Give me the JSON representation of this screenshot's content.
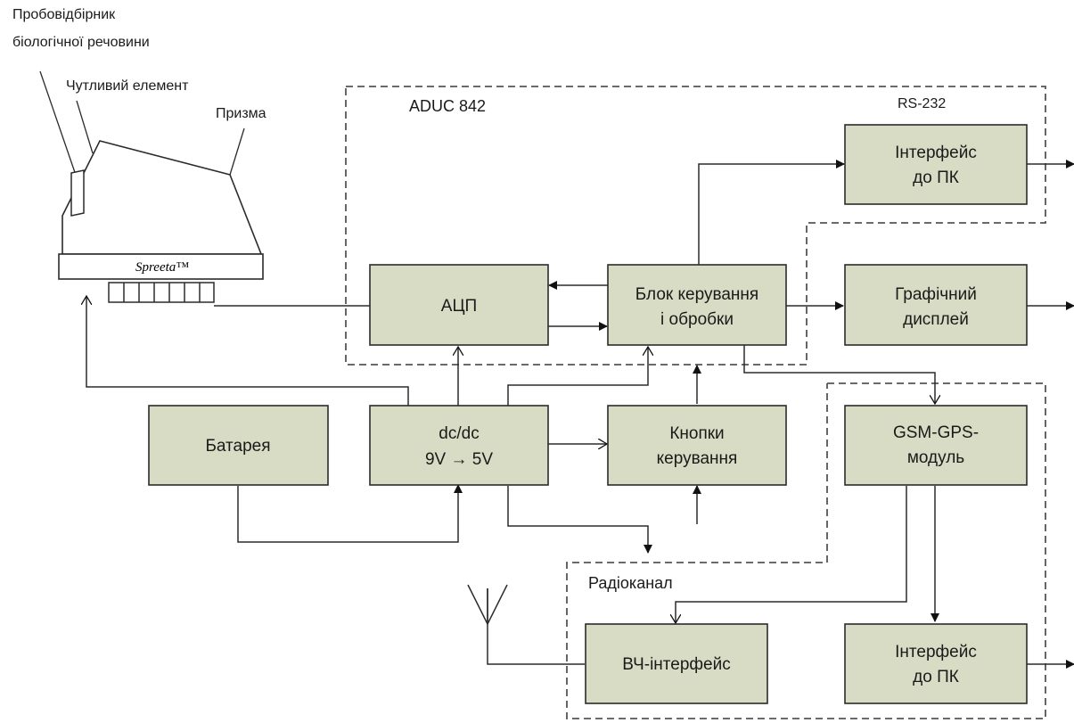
{
  "labels": {
    "probe_line1": "Пробовідбірник",
    "probe_line2": "біологічної речовини",
    "sensing_element": "Чутливий елемент",
    "prism": "Призма",
    "spreeta": "Spreeta™"
  },
  "groups": {
    "aduc": "ADUC 842",
    "rs232": "RS-232",
    "radio": "Радіоканал"
  },
  "blocks": {
    "adc": [
      "АЦП"
    ],
    "control": [
      "Блок керування",
      "і обробки"
    ],
    "pc_interface_top": [
      "Інтерфейс",
      "до ПК"
    ],
    "display": [
      "Графічний",
      "дисплей"
    ],
    "battery": [
      "Батарея"
    ],
    "dcdc": [
      "dc/dc",
      "9V → 5V"
    ],
    "buttons": [
      "Кнопки",
      "керування"
    ],
    "gsm": [
      "GSM-GPS-",
      "модуль"
    ],
    "rf": [
      "ВЧ-інтерфейс"
    ],
    "pc_interface_bottom": [
      "Інтерфейс",
      "до ПК"
    ]
  }
}
